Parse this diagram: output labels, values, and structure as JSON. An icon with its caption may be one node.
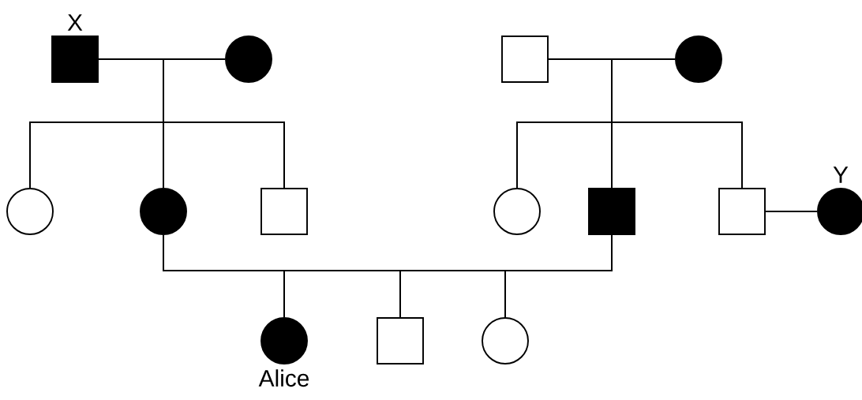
{
  "diagram": {
    "nodes": [
      {
        "text": [],
        "shape": "box",
        "beside": [
          "X"
        ]
      },
      {
        "text": [],
        "shape": "circle"
      },
      {
        "text": [],
        "shape": "box"
      },
      {
        "text": [],
        "shape": "circle"
      },
      {
        "text": [],
        "shape": "circle"
      },
      {
        "text": [],
        "shape": "circle"
      },
      {
        "text": [],
        "shape": "box"
      },
      {
        "text": [],
        "shape": "circle"
      },
      {
        "text": [],
        "shape": "box"
      },
      {
        "text": [],
        "shape": "box"
      },
      {
        "text": [],
        "shape": "circle",
        "beside": [
          "Y"
        ]
      },
      {
        "text": [],
        "shape": "circle",
        "beside": [
          "Alice"
        ]
      },
      {
        "text": [],
        "shape": "box"
      },
      {
        "text": [],
        "shape": "circle"
      }
    ],
    "edges": [
      {
        "from": 0,
        "to": 1,
        "arrow": "none"
      },
      {
        "from": 0,
        "to": 4,
        "arrow": "none"
      },
      {
        "from": 0,
        "to": 5,
        "arrow": "none"
      },
      {
        "from": 0,
        "to": 6,
        "arrow": "none"
      },
      {
        "from": 1,
        "to": 4,
        "arrow": "none"
      },
      {
        "from": 1,
        "to": 5,
        "arrow": "none"
      },
      {
        "from": 1,
        "to": 6,
        "arrow": "none"
      },
      {
        "from": 2,
        "to": 3,
        "arrow": "none"
      },
      {
        "from": 2,
        "to": 7,
        "arrow": "none"
      },
      {
        "from": 2,
        "to": 8,
        "arrow": "none"
      },
      {
        "from": 2,
        "to": 9,
        "arrow": "none"
      },
      {
        "from": 3,
        "to": 7,
        "arrow": "none"
      },
      {
        "from": 3,
        "to": 8,
        "arrow": "none"
      },
      {
        "from": 3,
        "to": 9,
        "arrow": "none"
      },
      {
        "from": 9,
        "to": 10,
        "arrow": "none"
      },
      {
        "from": 5,
        "to": 8,
        "arrow": "none"
      },
      {
        "from": 5,
        "to": 11,
        "arrow": "none"
      },
      {
        "from": 5,
        "to": 12,
        "arrow": "none"
      },
      {
        "from": 5,
        "to": 13,
        "arrow": "none"
      },
      {
        "from": 8,
        "to": 11,
        "arrow": "none"
      },
      {
        "from": 8,
        "to": 12,
        "arrow": "none"
      },
      {
        "from": 8,
        "to": 13,
        "arrow": "none"
      }
    ]
  }
}
